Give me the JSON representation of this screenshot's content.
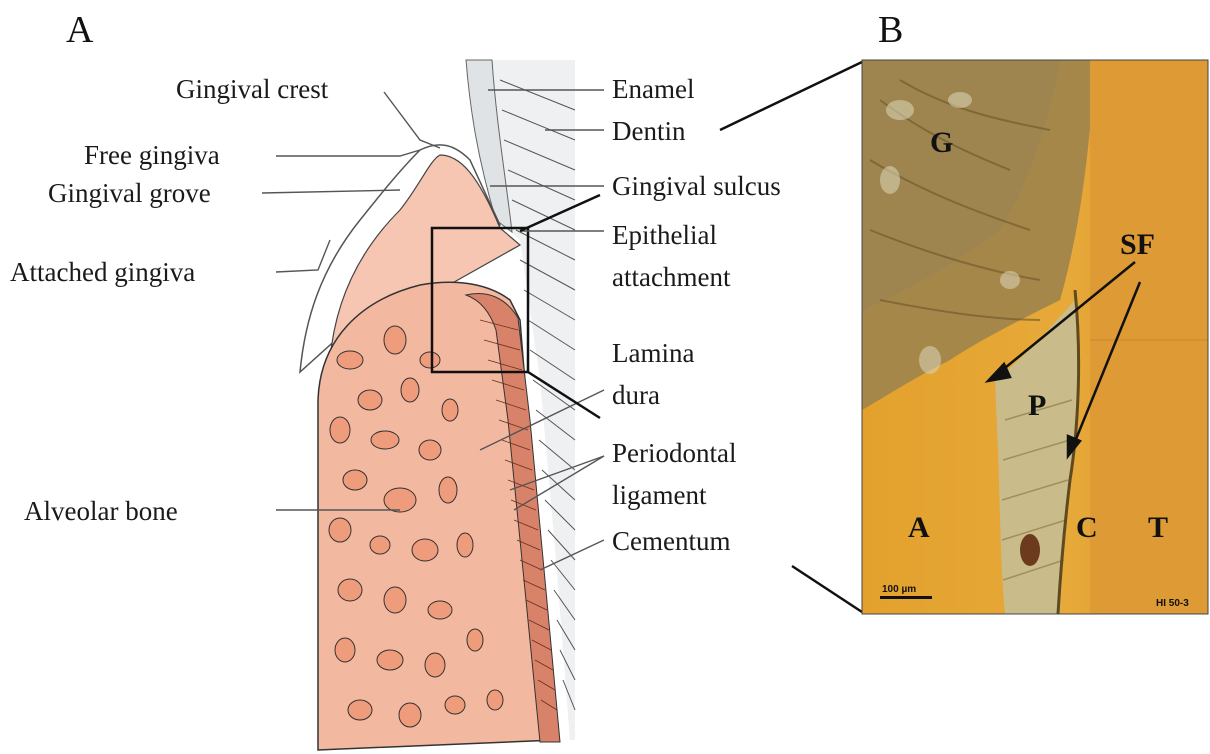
{
  "panels": {
    "a": "A",
    "b": "B"
  },
  "diagram_labels": {
    "gingival_crest": "Gingival crest",
    "free_gingiva": "Free gingiva",
    "gingival_grove": "Gingival grove",
    "attached_gingiva": "Attached gingiva",
    "alveolar_bone": "Alveolar bone",
    "enamel": "Enamel",
    "dentin": "Dentin",
    "gingival_sulcus": "Gingival sulcus",
    "epithelial_1": "Epithelial",
    "epithelial_2": "attachment",
    "lamina_1": "Lamina",
    "lamina_2": "dura",
    "periodontal_1": "Periodontal",
    "periodontal_2": "ligament",
    "cementum": "Cementum"
  },
  "histology_labels": {
    "g": "G",
    "sf": "SF",
    "p": "P",
    "a": "A",
    "c": "C",
    "t": "T",
    "scale_bar": "100 µm",
    "code": "HI 50-3"
  },
  "colors": {
    "bone_fill": "#f3b9a0",
    "bone_spots": "#ef9c7c",
    "gingiva_fill": "#f7c6b3",
    "ligament_fill": "#d9826a",
    "enamel_fill": "#e6e9ea",
    "histology_gold": "#e9a52a",
    "histology_dark": "#8a6a2a"
  }
}
